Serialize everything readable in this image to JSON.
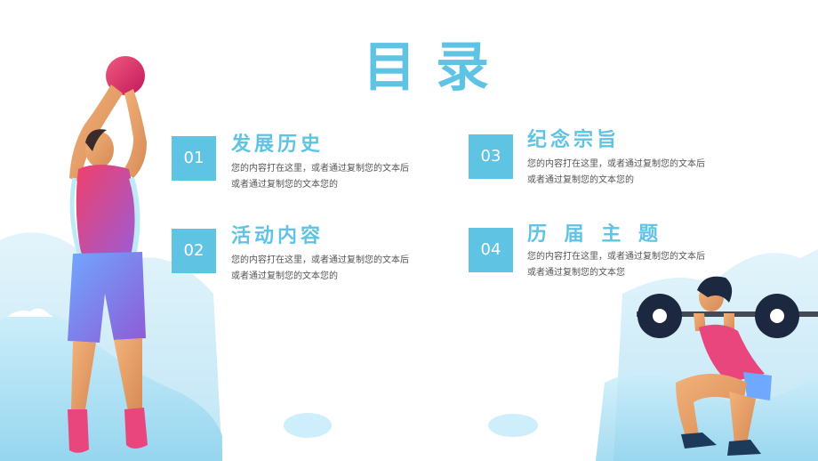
{
  "page": {
    "title": "目录",
    "accent_color": "#5fc3e4"
  },
  "items": [
    {
      "number": "01",
      "title": "发展历史",
      "desc_line1": "您的内容打在这里，或者通过复制您的文本后",
      "desc_line2": "或者通过复制您的文本您的"
    },
    {
      "number": "02",
      "title": "活动内容",
      "desc_line1": "您的内容打在这里，或者通过复制您的文本后",
      "desc_line2": "或者通过复制您的文本您的"
    },
    {
      "number": "03",
      "title": "纪念宗旨",
      "desc_line1": "您的内容打在这里，或者通过复制您的文本后",
      "desc_line2": "或者通过复制您的文本您的"
    },
    {
      "number": "04",
      "title": "历 届 主 题",
      "desc_line1": "您的内容打在这里，或者通过复制您的文本后",
      "desc_line2": "或者通过复制您的文本您"
    }
  ],
  "illustrations": {
    "left": "basketball-player-icon",
    "right": "weightlifter-icon"
  }
}
